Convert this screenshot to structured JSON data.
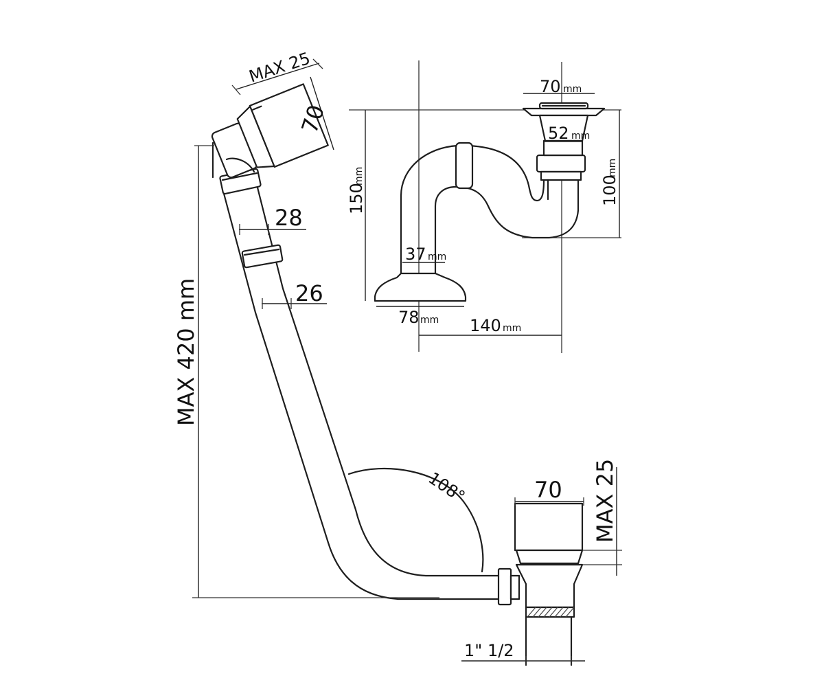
{
  "pipe": {
    "labels": {
      "top_max": "MAX 25",
      "top_head": "70",
      "pipe_outer": "28",
      "pipe_inner": "26",
      "max_height": "MAX 420 mm",
      "angle": "108°",
      "bottom_head": "70",
      "bottom_max": "MAX 25",
      "thread": "1\" 1/2"
    }
  },
  "trap": {
    "labels": {
      "top_width_val": "70",
      "top_width_unit": "mm",
      "outlet_val": "52",
      "outlet_unit": "mm",
      "height_left_val": "150",
      "height_left_unit": "mm",
      "height_right_val": "100",
      "height_right_unit": "mm",
      "pipe_dia_val": "37",
      "pipe_dia_unit": "mm",
      "base_val": "78",
      "base_unit": "mm",
      "spread_val": "140",
      "spread_unit": "mm"
    }
  }
}
